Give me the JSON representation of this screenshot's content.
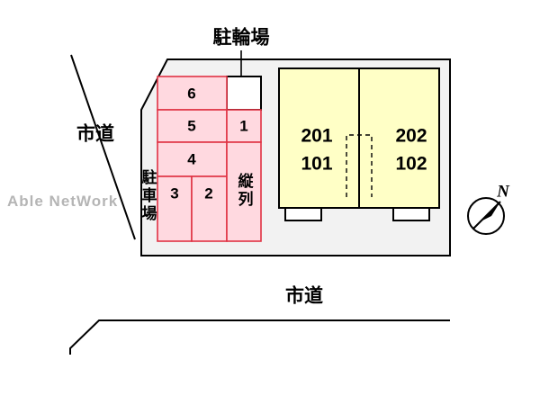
{
  "bicycle": {
    "label": "駐輪場"
  },
  "roads": {
    "left_label": "市道",
    "bottom_label": "市道"
  },
  "parking": {
    "area_label": "駐車場",
    "tandem_label": "縦列",
    "stall_6": "6",
    "stall_5": "5",
    "stall_1": "1",
    "stall_4": "4",
    "stall_3": "3",
    "stall_2": "2"
  },
  "building": {
    "units": {
      "left_upper": "201",
      "left_lower": "101",
      "right_upper": "202",
      "right_lower": "102"
    }
  },
  "compass": {
    "north": "N"
  },
  "watermark": {
    "text": "Able NetWork"
  },
  "colors": {
    "site_fill": "#f2f2f2",
    "stall_fill": "#ffd9e0",
    "stall_border": "#e03344",
    "building_fill": "#ffffc6",
    "outline": "#000000",
    "watermark": "#b5b5b5"
  }
}
